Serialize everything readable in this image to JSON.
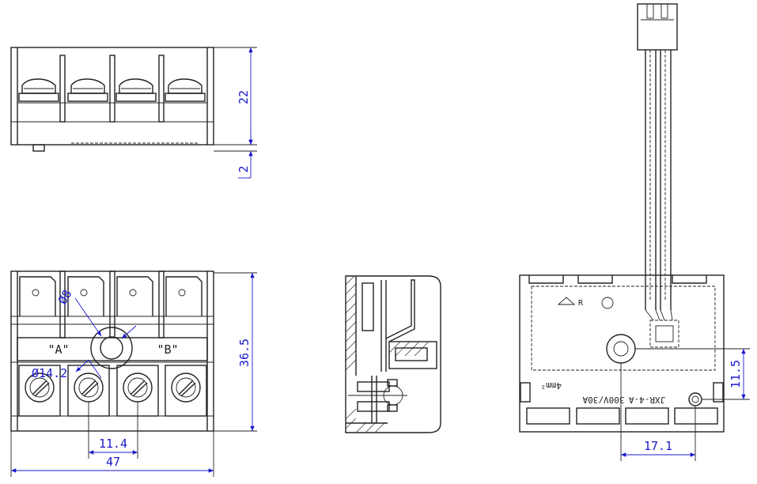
{
  "dimensions": {
    "top_height": "22",
    "top_offset": "2",
    "front_height": "36.5",
    "hole_diameter": "Ø8",
    "screw_diameter": "Ø14.2",
    "pitch": "11.4",
    "overall_width": "47",
    "board_height": "11.5",
    "board_offset": "17.1"
  },
  "labels": {
    "terminal_a": "\"A\"",
    "terminal_b": "\"B\"",
    "rating": "300V/30A",
    "model": "JXR-4-A",
    "wire_size": "4mm²"
  },
  "colors": {
    "line": "#222222",
    "dimension": "#1a1acc"
  }
}
